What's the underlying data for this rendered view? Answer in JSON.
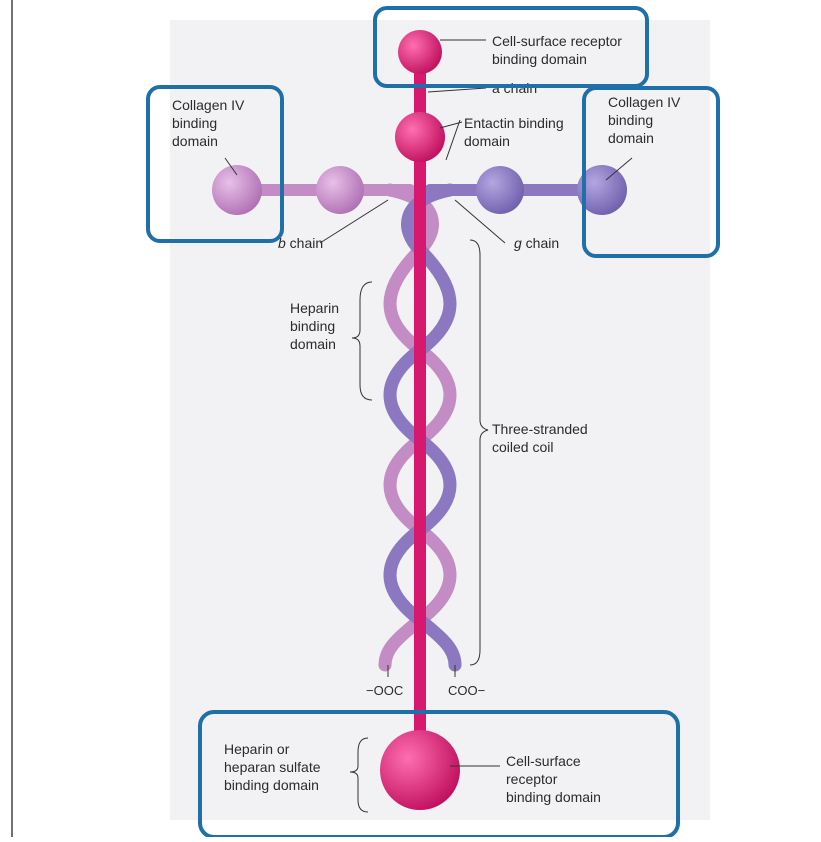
{
  "diagram": {
    "colors": {
      "alpha_chain": "#d6186e",
      "beta_chain": "#c48cc4",
      "gamma_chain": "#8b78c0",
      "highlight_box": "#1f6fa8",
      "label_text": "#2b2b2b",
      "background_panel": "#f2f2f4"
    },
    "labels": {
      "cell_surface_top": [
        "Cell-surface receptor",
        "binding domain"
      ],
      "a_chain": "a chain",
      "entactin": [
        "Entactin binding",
        "domain"
      ],
      "collagen_left": [
        "Collagen IV",
        "binding",
        "domain"
      ],
      "collagen_right": [
        "Collagen IV",
        "binding",
        "domain"
      ],
      "b_chain_letter": "b",
      "b_chain_word": " chain",
      "g_chain_letter": "g",
      "g_chain_word": " chain",
      "heparin": [
        "Heparin",
        "binding",
        "domain"
      ],
      "coiled_coil": [
        "Three-stranded",
        "coiled coil"
      ],
      "cooh_left": "−OOC",
      "cooh_right": "COO−",
      "heparin_sulfate": [
        "Heparin or",
        "heparan sulfate",
        "binding domain"
      ],
      "cell_surface_bottom": [
        "Cell-surface",
        "receptor",
        "binding domain"
      ]
    }
  }
}
